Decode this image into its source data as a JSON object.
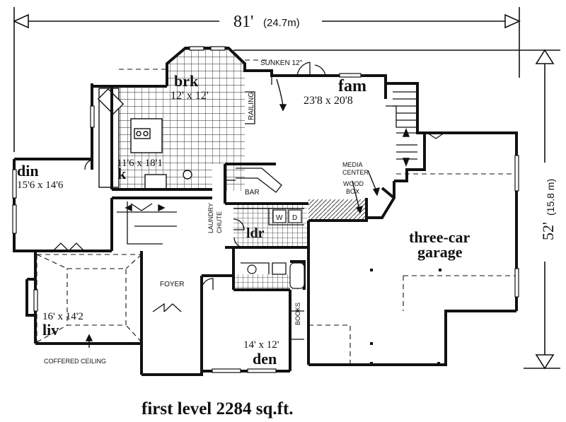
{
  "plan": {
    "width_label": "81'",
    "width_metric": "(24.7m)",
    "depth_label": "52'",
    "depth_metric": "(15.8 m)",
    "caption": "first level 2284 sq.ft."
  },
  "rooms": {
    "brk": {
      "name": "brk",
      "dims": "12' x 12'"
    },
    "fam": {
      "name": "fam",
      "dims": "23'8  x 20'8"
    },
    "din": {
      "name": "din",
      "dims": "15'6 x 14'6"
    },
    "kitchen": {
      "name": "k",
      "dims": "11'6 x 18'1"
    },
    "liv": {
      "name": "liv",
      "dims": "16' x 14'2"
    },
    "den": {
      "name": "den",
      "dims": "14' x 12'"
    },
    "ldr": {
      "name": "ldr"
    },
    "garage": {
      "line1": "three-car",
      "line2": "garage"
    }
  },
  "notes": {
    "sunken": "SUNKEN 12\"",
    "railing": "RAILING",
    "bar": "BAR",
    "media1": "MEDIA",
    "media2": "CENTER",
    "wood1": "WOOD",
    "wood2": "BOX",
    "laundry": "LAUNDRY",
    "chute": "CHUTE",
    "foyer": "FOYER",
    "books": "BOOKS",
    "coffered": "COFFERED CEILING",
    "washer": "W",
    "dryer": "D"
  }
}
